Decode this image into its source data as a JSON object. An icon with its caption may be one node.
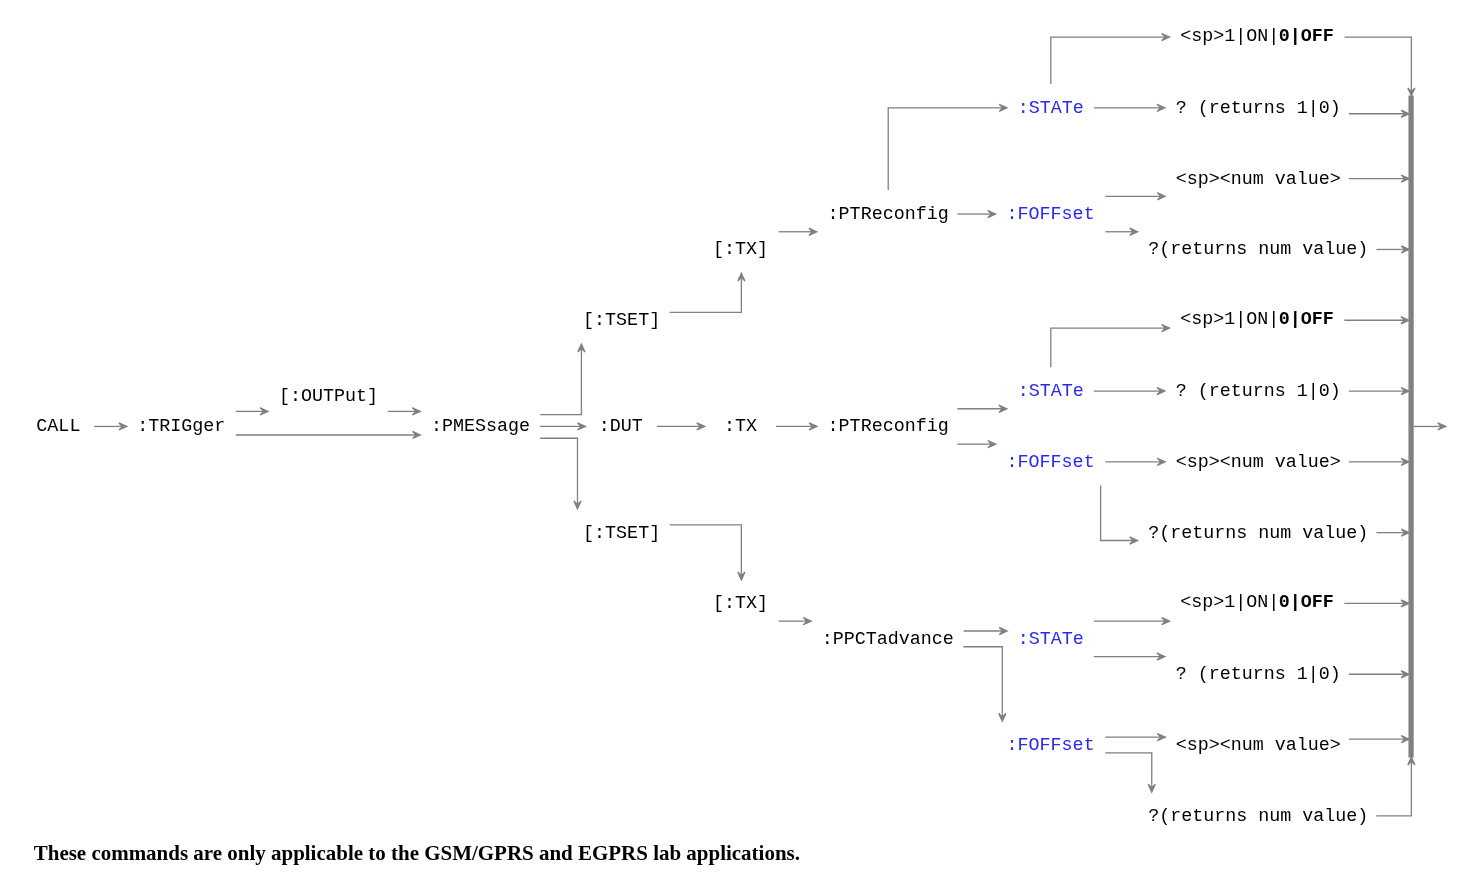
{
  "diagram": {
    "caption": "These commands are only applicable to the GSM/GPRS and EGPRS lab applications.",
    "nodes": [
      {
        "text": [
          "CALL"
        ]
      },
      {
        "text": [
          ":TRIGger"
        ]
      },
      {
        "text": [
          "[:OUTPut]"
        ]
      },
      {
        "text": [
          ":PMESsage"
        ]
      },
      {
        "text": [
          "[:TSET]"
        ]
      },
      {
        "text": [
          "[:TX]"
        ]
      },
      {
        "text": [
          ":PTReconfig"
        ]
      },
      {
        "text": [
          ":STATe"
        ]
      },
      {
        "text": [
          "<sp>1|ON|**0|OFF**"
        ]
      },
      {
        "text": [
          "? (returns 1|0)"
        ]
      },
      {
        "text": [
          ":FOFFset"
        ]
      },
      {
        "text": [
          "<sp><num value>"
        ]
      },
      {
        "text": [
          "?(returns num value)"
        ]
      },
      {
        "text": [
          ":DUT"
        ]
      },
      {
        "text": [
          ":TX"
        ]
      },
      {
        "text": [
          ":PTReconfig"
        ]
      },
      {
        "text": [
          ":STATe"
        ]
      },
      {
        "text": [
          "<sp>1|ON|**0|OFF**"
        ]
      },
      {
        "text": [
          "? (returns 1|0)"
        ]
      },
      {
        "text": [
          ":FOFFset"
        ]
      },
      {
        "text": [
          "<sp><num value>"
        ]
      },
      {
        "text": [
          "?(returns num value)"
        ]
      },
      {
        "text": [
          "[:TSET]"
        ]
      },
      {
        "text": [
          "[:TX]"
        ]
      },
      {
        "text": [
          ":PPCTadvance"
        ]
      },
      {
        "text": [
          ":STATe"
        ]
      },
      {
        "text": [
          "<sp>1|ON|**0|OFF**"
        ]
      },
      {
        "text": [
          "? (returns 1|0)"
        ]
      },
      {
        "text": [
          ":FOFFset"
        ]
      },
      {
        "text": [
          "<sp><num value>"
        ]
      },
      {
        "text": [
          "?(returns num value)"
        ]
      },
      {
        "text": [],
        "shape": "bar"
      }
    ],
    "edges": [
      {
        "from": 0,
        "to": 1,
        "arrow": "to"
      },
      {
        "from": 1,
        "to": 3,
        "arrow": "to"
      },
      {
        "from": 1,
        "to": 2,
        "arrow": "to"
      },
      {
        "from": 2,
        "to": 3,
        "arrow": "to"
      },
      {
        "from": 3,
        "to": 4,
        "arrow": "to"
      },
      {
        "from": 3,
        "to": 13,
        "arrow": "to"
      },
      {
        "from": 3,
        "to": 22,
        "arrow": "to"
      },
      {
        "from": 4,
        "to": 5,
        "arrow": "to"
      },
      {
        "from": 5,
        "to": 6,
        "arrow": "to"
      },
      {
        "from": 6,
        "to": 7,
        "arrow": "to"
      },
      {
        "from": 6,
        "to": 10,
        "arrow": "to"
      },
      {
        "from": 7,
        "to": 8,
        "arrow": "to"
      },
      {
        "from": 7,
        "to": 9,
        "arrow": "to"
      },
      {
        "from": 10,
        "to": 11,
        "arrow": "to"
      },
      {
        "from": 10,
        "to": 12,
        "arrow": "to"
      },
      {
        "from": 8,
        "to": 31,
        "arrow": "to"
      },
      {
        "from": 9,
        "to": 31,
        "arrow": "to"
      },
      {
        "from": 11,
        "to": 31,
        "arrow": "to"
      },
      {
        "from": 12,
        "to": 31,
        "arrow": "to"
      },
      {
        "from": 13,
        "to": 14,
        "arrow": "to"
      },
      {
        "from": 14,
        "to": 15,
        "arrow": "to"
      },
      {
        "from": 15,
        "to": 16,
        "arrow": "to"
      },
      {
        "from": 15,
        "to": 19,
        "arrow": "to"
      },
      {
        "from": 16,
        "to": 17,
        "arrow": "to"
      },
      {
        "from": 16,
        "to": 18,
        "arrow": "to"
      },
      {
        "from": 19,
        "to": 20,
        "arrow": "to"
      },
      {
        "from": 19,
        "to": 21,
        "arrow": "to"
      },
      {
        "from": 17,
        "to": 31,
        "arrow": "to"
      },
      {
        "from": 18,
        "to": 31,
        "arrow": "to"
      },
      {
        "from": 20,
        "to": 31,
        "arrow": "to"
      },
      {
        "from": 21,
        "to": 31,
        "arrow": "to"
      },
      {
        "from": 22,
        "to": 23,
        "arrow": "to"
      },
      {
        "from": 23,
        "to": 24,
        "arrow": "to"
      },
      {
        "from": 24,
        "to": 25,
        "arrow": "to"
      },
      {
        "from": 24,
        "to": 28,
        "arrow": "to"
      },
      {
        "from": 25,
        "to": 26,
        "arrow": "to"
      },
      {
        "from": 25,
        "to": 27,
        "arrow": "to"
      },
      {
        "from": 28,
        "to": 29,
        "arrow": "to"
      },
      {
        "from": 28,
        "to": 30,
        "arrow": "to"
      },
      {
        "from": 26,
        "to": 31,
        "arrow": "to"
      },
      {
        "from": 27,
        "to": 31,
        "arrow": "to"
      },
      {
        "from": 29,
        "to": 31,
        "arrow": "to"
      },
      {
        "from": 30,
        "to": 31,
        "arrow": "to"
      },
      {
        "from": 31,
        "to": null,
        "arrow": "to"
      }
    ]
  }
}
